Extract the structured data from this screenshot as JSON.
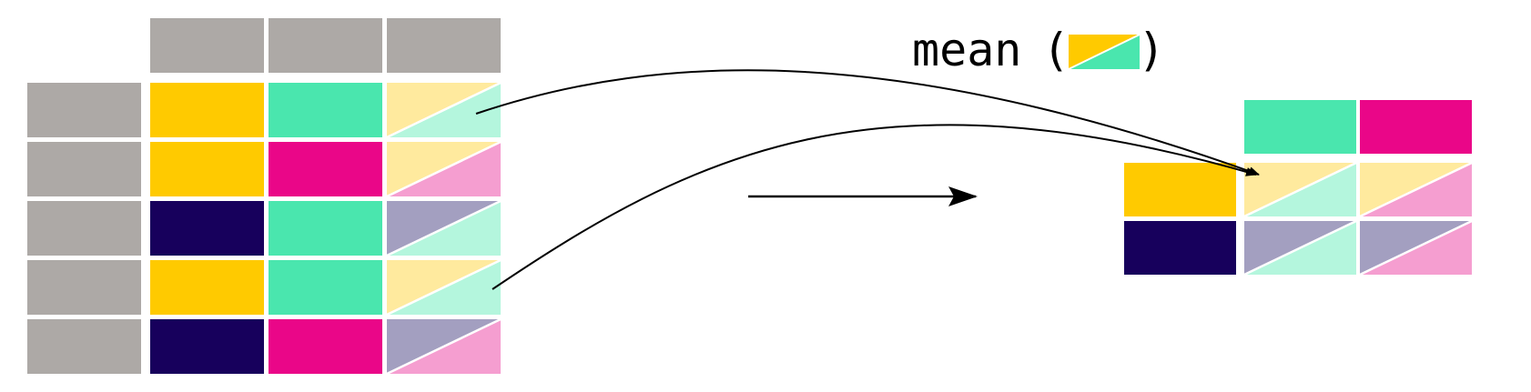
{
  "formula": {
    "function_name": "mean",
    "open_paren": "(",
    "close_paren": ")",
    "argument_icon_colors": [
      "#FFCA00",
      "#4AE6AE"
    ]
  },
  "colors": {
    "header": "#ADA9A6",
    "yellow": "#FFCA00",
    "green": "#4AE6AE",
    "magenta": "#EA0688",
    "navy": "#17005C",
    "light_yellow": "#FFEA9E",
    "light_green": "#B4F6DD",
    "light_pink": "#F59ED0",
    "light_purple": "#A39FC0",
    "arrow": "#000000"
  },
  "input_table": {
    "header_cells": [
      "header",
      "header",
      "header"
    ],
    "rows": [
      {
        "key": "header",
        "group": "yellow",
        "col2": "green",
        "value": [
          "light_yellow",
          "light_green"
        ]
      },
      {
        "key": "header",
        "group": "yellow",
        "col2": "magenta",
        "value": [
          "light_yellow",
          "light_pink"
        ]
      },
      {
        "key": "header",
        "group": "navy",
        "col2": "green",
        "value": [
          "light_purple",
          "light_green"
        ]
      },
      {
        "key": "header",
        "group": "yellow",
        "col2": "green",
        "value": [
          "light_yellow",
          "light_green"
        ]
      },
      {
        "key": "header",
        "group": "navy",
        "col2": "magenta",
        "value": [
          "light_purple",
          "light_pink"
        ]
      }
    ]
  },
  "output_table": {
    "header_cells": [
      "green",
      "magenta"
    ],
    "rows": [
      {
        "group": "yellow",
        "cells": [
          [
            "light_yellow",
            "light_green"
          ],
          [
            "light_yellow",
            "light_pink"
          ]
        ]
      },
      {
        "group": "navy",
        "cells": [
          [
            "light_purple",
            "light_green"
          ],
          [
            "light_purple",
            "light_pink"
          ]
        ]
      }
    ]
  }
}
